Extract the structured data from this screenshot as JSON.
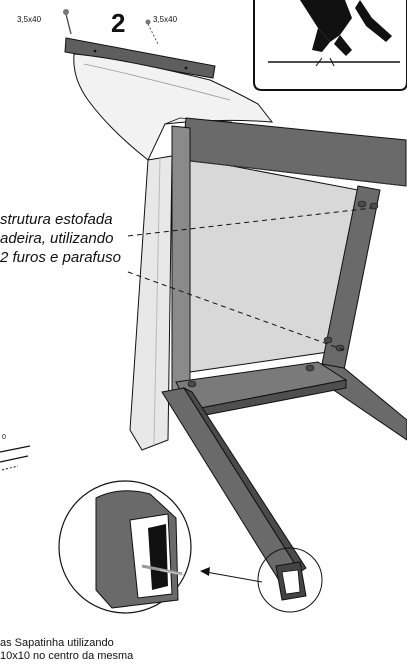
{
  "step": {
    "number": "2",
    "screw_left": "3,5x40",
    "screw_right": "3,5x40"
  },
  "callout": {
    "line1": "strutura estofada",
    "line2": "adeira, utilizando",
    "line3": "2 furos e parafuso"
  },
  "side_screw_label": "0",
  "footer": {
    "line1": "as Sapatinha utilizando",
    "line2": " 10x10 no centro da mesma"
  },
  "colors": {
    "frame": "#6b6b6b",
    "frame_dark": "#4a4a4a",
    "seat": "#ededed",
    "seat_panel": "#d6d6d6",
    "outline": "#111111"
  }
}
